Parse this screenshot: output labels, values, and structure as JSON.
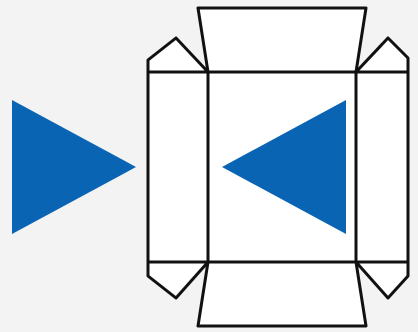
{
  "colors": {
    "background": "#f3f3f3",
    "arrow_fill": "#0a64b4",
    "outline": "#111111",
    "panel_fill": "#ffffff"
  },
  "diagram": {
    "shapes": [
      {
        "name": "left-arrow-icon",
        "kind": "triangle",
        "direction": "right"
      },
      {
        "name": "box-center-panel",
        "kind": "rectangle"
      },
      {
        "name": "box-left-flap",
        "kind": "rectangle"
      },
      {
        "name": "box-top-flap",
        "kind": "trapezoid"
      },
      {
        "name": "box-bottom-flap",
        "kind": "trapezoid"
      },
      {
        "name": "box-right-flap",
        "kind": "trapezoid"
      },
      {
        "name": "box-corner-tab",
        "kind": "triangle",
        "count": 4
      },
      {
        "name": "inner-arrow-icon",
        "kind": "triangle",
        "direction": "left"
      }
    ]
  }
}
